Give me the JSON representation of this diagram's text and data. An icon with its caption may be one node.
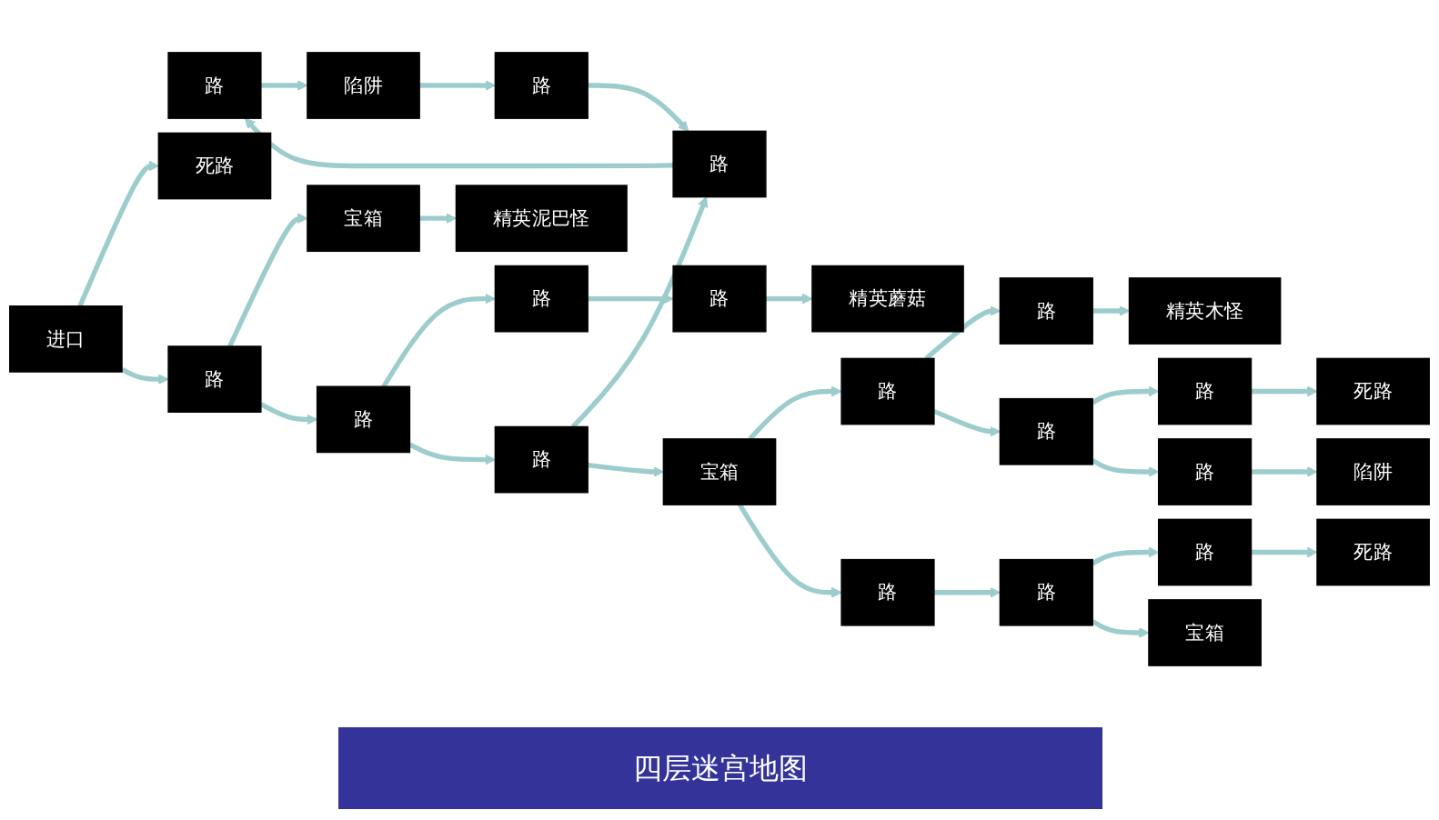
{
  "diagram": {
    "title": "四层迷宫地图",
    "nodes": [
      {
        "text": [
          "死路"
        ]
      },
      {
        "text": [
          "路"
        ]
      },
      {
        "text": [
          "陷阱"
        ]
      },
      {
        "text": [
          "路"
        ]
      },
      {
        "text": [
          "死路"
        ]
      },
      {
        "text": [
          "路"
        ]
      },
      {
        "text": [
          "路"
        ]
      },
      {
        "text": [
          "路"
        ]
      },
      {
        "text": [
          "路"
        ]
      },
      {
        "text": [
          "宝箱"
        ]
      },
      {
        "text": [
          "精英木怪"
        ]
      },
      {
        "text": [
          "路"
        ]
      },
      {
        "text": [
          "路"
        ]
      },
      {
        "text": [
          "宝箱"
        ]
      },
      {
        "text": [
          "路"
        ]
      },
      {
        "text": [
          "路"
        ]
      },
      {
        "text": [
          "精英蘑菇"
        ]
      },
      {
        "text": [
          "路"
        ]
      },
      {
        "text": [
          "路"
        ]
      },
      {
        "text": [
          "路"
        ]
      },
      {
        "text": [
          "路"
        ]
      },
      {
        "text": [
          "死路"
        ]
      },
      {
        "text": [
          "陷阱"
        ]
      },
      {
        "text": [
          "路"
        ]
      },
      {
        "text": [
          "宝箱"
        ]
      },
      {
        "text": [
          "路"
        ]
      },
      {
        "text": [
          "进口"
        ]
      },
      {
        "text": [
          "精英泥巴怪"
        ]
      }
    ],
    "edges": [
      {
        "from": 26,
        "to": 21,
        "arrow": "to"
      },
      {
        "from": 26,
        "to": 25,
        "arrow": "to"
      },
      {
        "from": 25,
        "to": 24,
        "arrow": "to"
      },
      {
        "from": 24,
        "to": 27,
        "arrow": "to"
      },
      {
        "from": 25,
        "to": 20,
        "arrow": "to"
      },
      {
        "from": 20,
        "to": 14,
        "arrow": "to"
      },
      {
        "from": 14,
        "to": 15,
        "arrow": "to"
      },
      {
        "from": 15,
        "to": 16,
        "arrow": "to"
      },
      {
        "from": 20,
        "to": 19,
        "arrow": "to"
      },
      {
        "from": 19,
        "to": 18,
        "arrow": "to"
      },
      {
        "from": 18,
        "to": 17,
        "arrow": "to"
      },
      {
        "from": 17,
        "to": 22,
        "arrow": "to"
      },
      {
        "from": 22,
        "to": 23,
        "arrow": "to"
      },
      {
        "from": 23,
        "to": 18,
        "arrow": "to"
      },
      {
        "from": 19,
        "to": 13,
        "arrow": "to"
      },
      {
        "from": 13,
        "to": 12,
        "arrow": "to"
      },
      {
        "from": 12,
        "to": 11,
        "arrow": "to"
      },
      {
        "from": 11,
        "to": 10,
        "arrow": "to"
      },
      {
        "from": 12,
        "to": 6,
        "arrow": "to"
      },
      {
        "from": 6,
        "to": 5,
        "arrow": "to"
      },
      {
        "from": 5,
        "to": 0,
        "arrow": "to"
      },
      {
        "from": 6,
        "to": 1,
        "arrow": "to"
      },
      {
        "from": 1,
        "to": 2,
        "arrow": "to"
      },
      {
        "from": 13,
        "to": 7,
        "arrow": "to"
      },
      {
        "from": 7,
        "to": 8,
        "arrow": "to"
      },
      {
        "from": 8,
        "to": 3,
        "arrow": "to"
      },
      {
        "from": 3,
        "to": 4,
        "arrow": "to"
      },
      {
        "from": 8,
        "to": 9,
        "arrow": "to"
      }
    ]
  }
}
